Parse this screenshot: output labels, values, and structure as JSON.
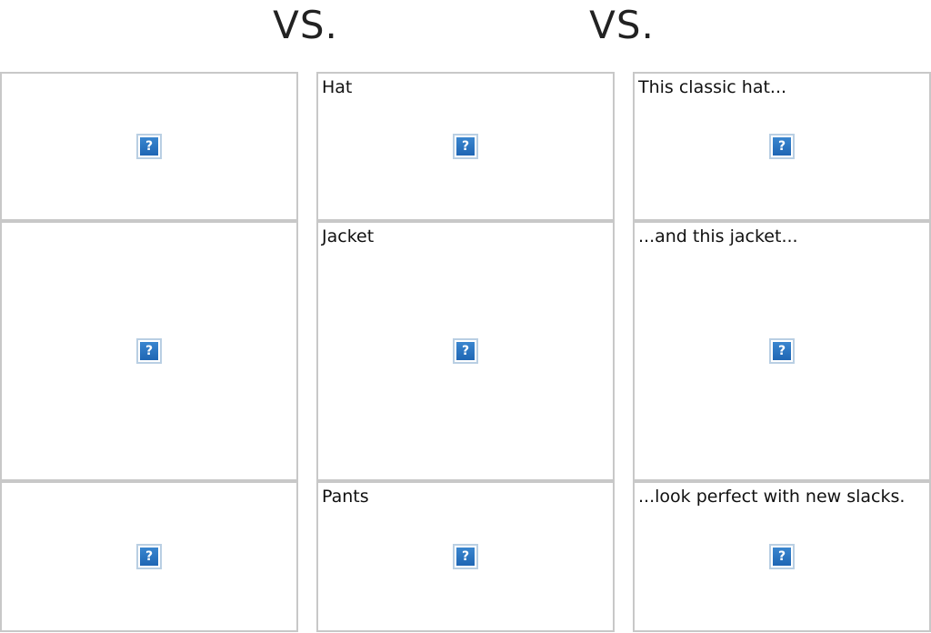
{
  "header": {
    "vs_left": "VS.",
    "vs_right": "VS."
  },
  "icons": {
    "placeholder": "broken-image-question-icon",
    "placeholder_glyph": "?"
  },
  "colors": {
    "cell_border": "#c8c8c8",
    "icon_blue": "#2a74c2"
  },
  "columns": [
    {
      "cells": [
        {
          "caption": ""
        },
        {
          "caption": ""
        },
        {
          "caption": ""
        }
      ]
    },
    {
      "cells": [
        {
          "caption": "Hat"
        },
        {
          "caption": "Jacket"
        },
        {
          "caption": "Pants"
        }
      ]
    },
    {
      "cells": [
        {
          "caption": "This classic hat..."
        },
        {
          "caption": "...and this jacket..."
        },
        {
          "caption": "...look perfect with new slacks."
        }
      ]
    }
  ]
}
